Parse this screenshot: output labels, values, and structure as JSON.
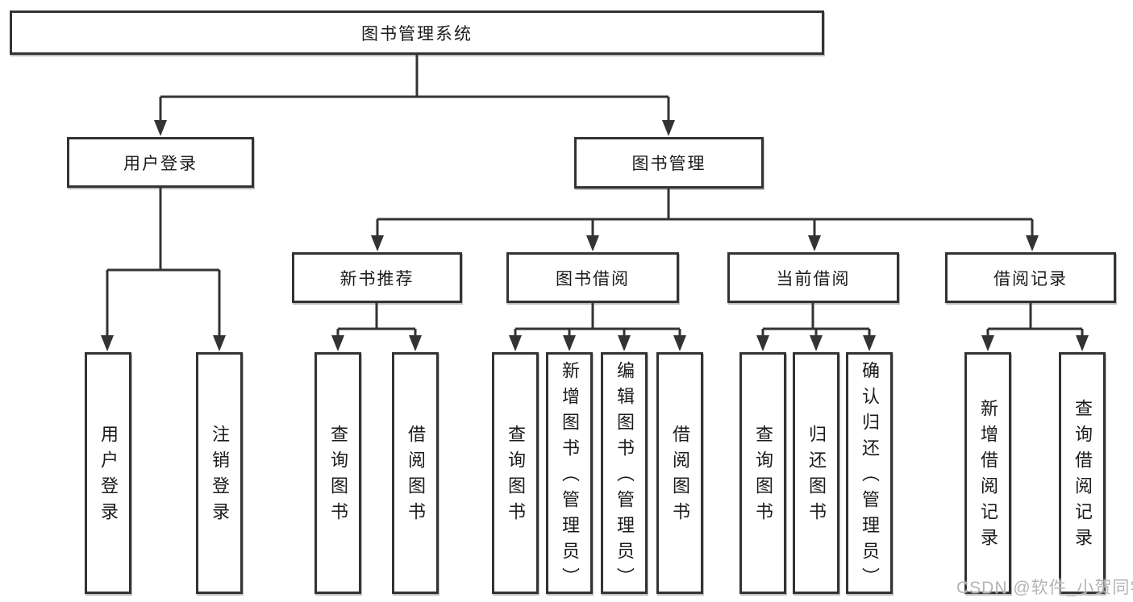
{
  "diagram": {
    "title": "图书管理系统",
    "root": {
      "label": "图书管理系统"
    },
    "branches": [
      {
        "label": "用户登录",
        "children": [
          {
            "label": "用户登录"
          },
          {
            "label": "注销登录"
          }
        ]
      },
      {
        "label": "图书管理",
        "children": [
          {
            "label": "新书推荐",
            "children": [
              {
                "label": "查询图书"
              },
              {
                "label": "借阅图书"
              }
            ]
          },
          {
            "label": "图书借阅",
            "children": [
              {
                "label": "查询图书"
              },
              {
                "label": "新增图书（管理员）"
              },
              {
                "label": "编辑图书（管理员）"
              },
              {
                "label": "借阅图书"
              }
            ]
          },
          {
            "label": "当前借阅",
            "children": [
              {
                "label": "查询图书"
              },
              {
                "label": "归还图书"
              },
              {
                "label": "确认归还（管理员）"
              }
            ]
          },
          {
            "label": "借阅记录",
            "children": [
              {
                "label": "新增借阅记录"
              },
              {
                "label": "查询借阅记录"
              }
            ]
          }
        ]
      }
    ]
  },
  "watermark": {
    "text": "CSDN @软件_小贺同学"
  },
  "colors": {
    "line": "#333333",
    "box_border": "#333333",
    "box_fill": "#ffffff",
    "text": "#1b1b1b",
    "watermark": "#b4b4b4",
    "background": "#ffffff"
  }
}
